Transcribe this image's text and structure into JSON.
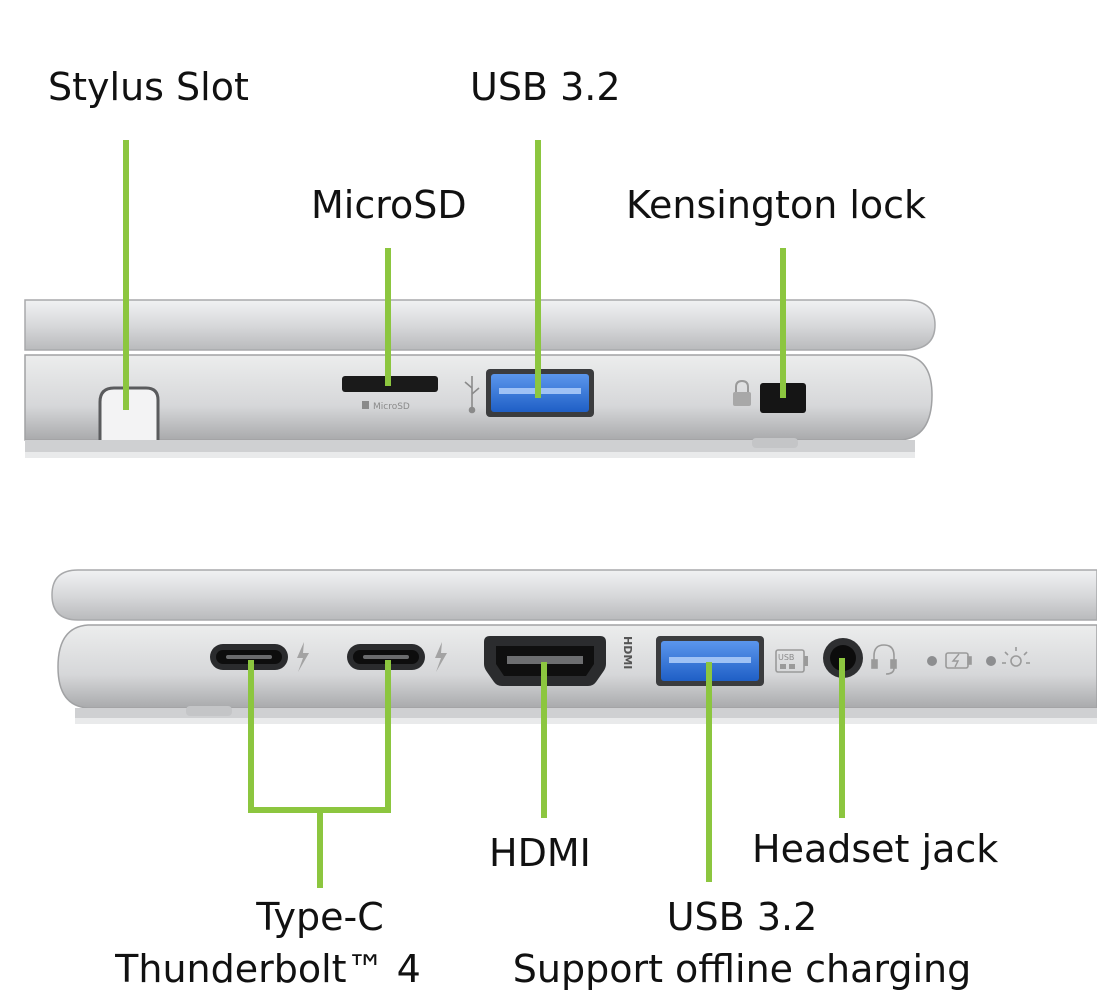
{
  "labels": {
    "stylus_slot": "Stylus Slot",
    "usb_top": "USB 3.2",
    "microsd": "MicroSD",
    "kensington": "Kensington lock",
    "hdmi": "HDMI",
    "headset": "Headset jack",
    "typec_line1": "Type-C",
    "typec_line2": "Thunderbolt™ 4",
    "usb_bottom_line1": "USB 3.2",
    "usb_bottom_line2": "Support offline charging"
  },
  "port_markings": {
    "microsd_text": "MicroSD",
    "hdmi_text": "HDMI",
    "usb_text": "USB"
  },
  "colors": {
    "leader_line": "#8cc63f",
    "chassis": "#d9dadc",
    "usb_blue": "#2f6fd6",
    "text": "#111111"
  }
}
